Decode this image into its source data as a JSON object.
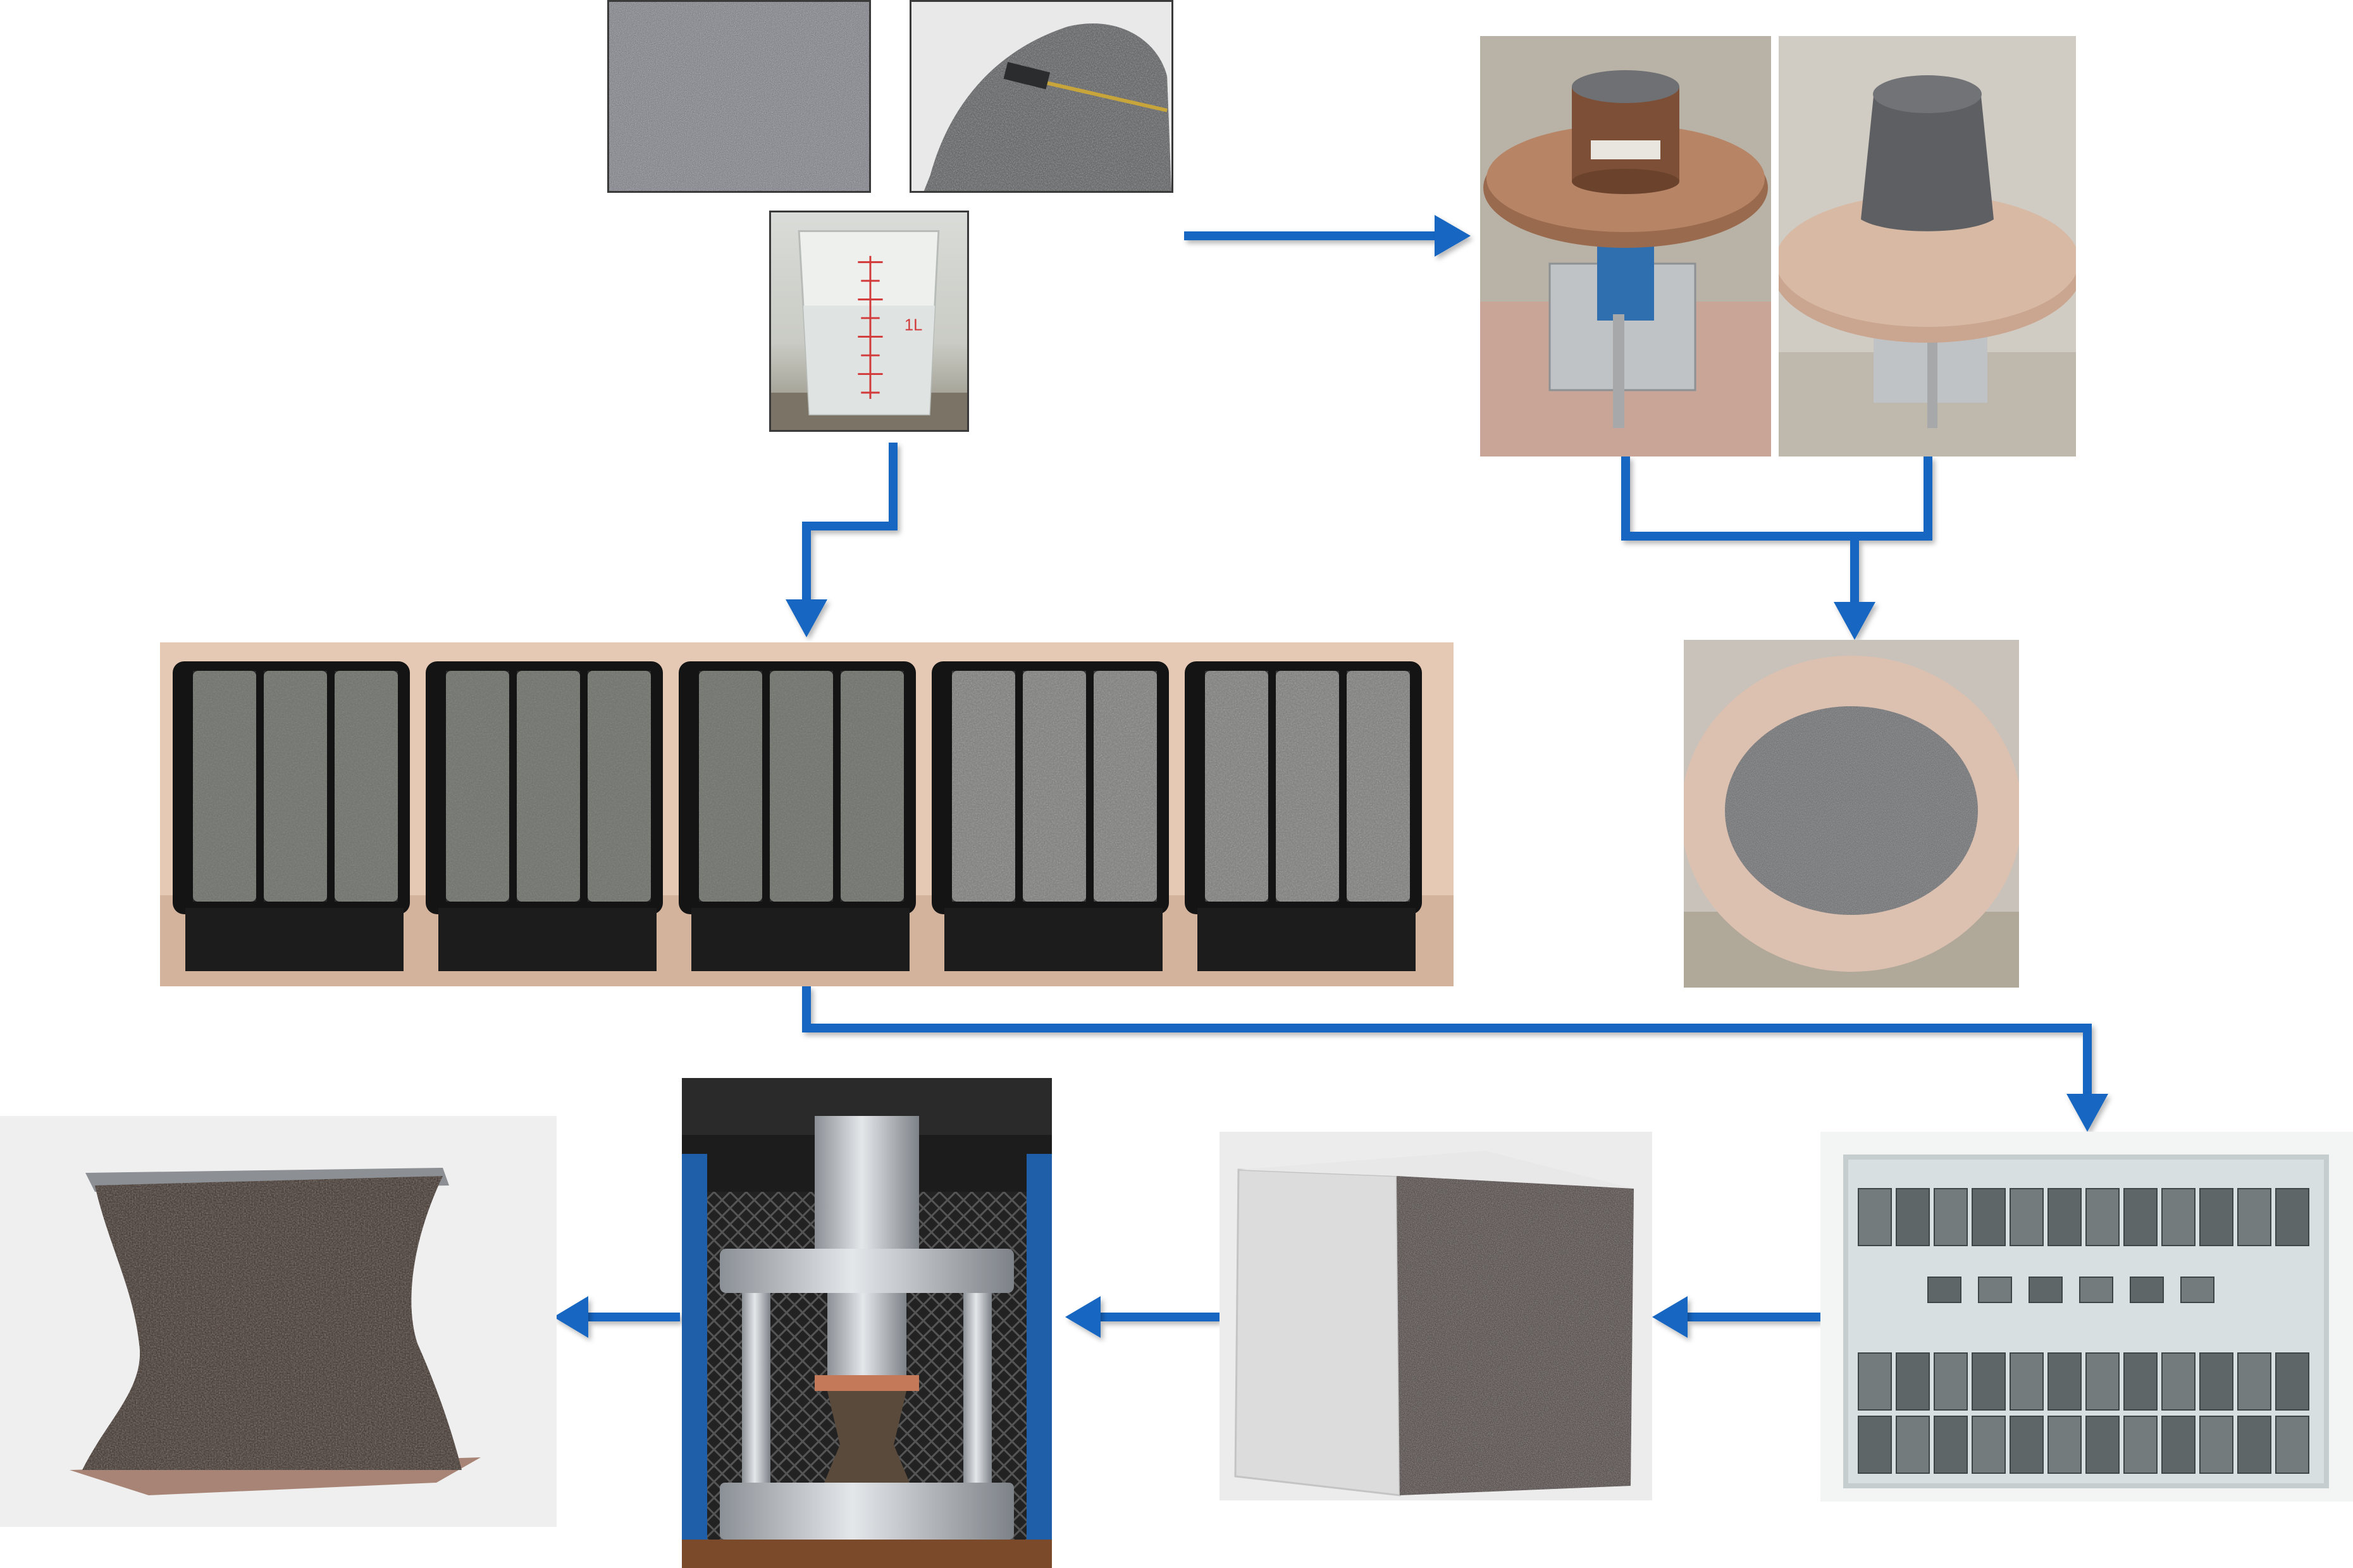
{
  "diagram": {
    "arrow_color": "#1466c2",
    "photos": [
      {
        "name": "sand-aggregate-photo",
        "icon": "sand-texture"
      },
      {
        "name": "cement-powder-photo",
        "icon": "powder-pile"
      },
      {
        "name": "water-beaker-photo",
        "icon": "measuring-beaker"
      },
      {
        "name": "flow-table-cone-photo",
        "icon": "flow-mould"
      },
      {
        "name": "flow-table-lifted-photo",
        "icon": "mortar-cone"
      },
      {
        "name": "flow-spread-photo",
        "icon": "mortar-spread"
      },
      {
        "name": "cube-moulds-photo",
        "icon": "filled-moulds"
      },
      {
        "name": "water-curing-tank-photo",
        "icon": "curing-tank"
      },
      {
        "name": "cured-cube-specimen-photo",
        "icon": "cube-specimen"
      },
      {
        "name": "compression-test-machine-photo",
        "icon": "compression-press"
      },
      {
        "name": "failed-specimen-photo",
        "icon": "crushed-cube"
      }
    ],
    "beaker_marking": "1L"
  }
}
